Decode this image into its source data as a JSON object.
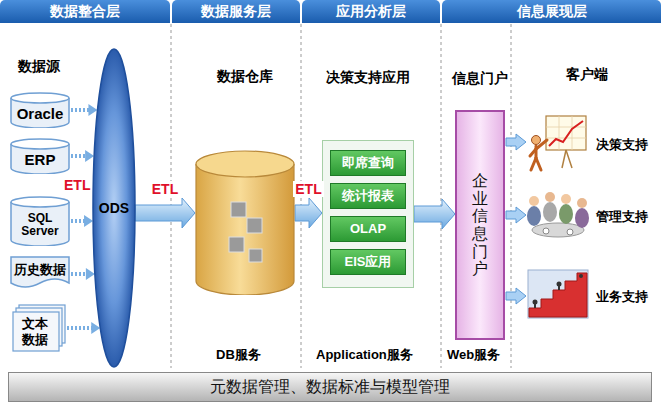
{
  "diagram": {
    "nodes": [
      {
        "text": [
          "数据整合层"
        ]
      },
      {
        "text": [
          "数据服务层"
        ]
      },
      {
        "text": [
          "应用分析层"
        ]
      },
      {
        "text": [
          "信息展现层"
        ]
      },
      {
        "text": [
          "Oracle"
        ]
      },
      {
        "text": [
          "ERP"
        ]
      },
      {
        "text": [
          "SQL Server"
        ]
      },
      {
        "text": [
          "历史数据"
        ]
      },
      {
        "text": [
          "文本 数据"
        ]
      },
      {
        "text": [
          "ODS"
        ]
      },
      {
        "text": [
          "数据仓库"
        ]
      },
      {
        "text": [
          "决策支持应用"
        ]
      },
      {
        "text": [
          "即席查询"
        ],
        "in": 11
      },
      {
        "text": [
          "统计报表"
        ],
        "in": 11
      },
      {
        "text": [
          "OLAP"
        ],
        "in": 11
      },
      {
        "text": [
          "EIS应用"
        ],
        "in": 11
      },
      {
        "text": [
          "信息门户",
          "企业信息门户"
        ]
      },
      {
        "text": [
          "元数据管理、数据标准与模型管理"
        ]
      }
    ],
    "edges": [
      {
        "from": 4,
        "to": 9,
        "arrow": "to"
      },
      {
        "from": 5,
        "to": 9,
        "arrow": "to"
      },
      {
        "from": 6,
        "to": 9,
        "arrow": "to"
      },
      {
        "from": 7,
        "to": 9,
        "arrow": "to"
      },
      {
        "from": 8,
        "to": 9,
        "arrow": "to"
      },
      {
        "from": 9,
        "to": 10,
        "label": "ETL",
        "arrow": "to"
      },
      {
        "from": 10,
        "to": 11,
        "label": "ETL",
        "arrow": "to"
      },
      {
        "from": 11,
        "to": 16,
        "arrow": "to"
      }
    ],
    "labels": [
      "数据源",
      "ETL",
      "客户端",
      "决策支持",
      "管理支持",
      "业务支持",
      "DB服务",
      "Application服务",
      "Web服务"
    ]
  }
}
